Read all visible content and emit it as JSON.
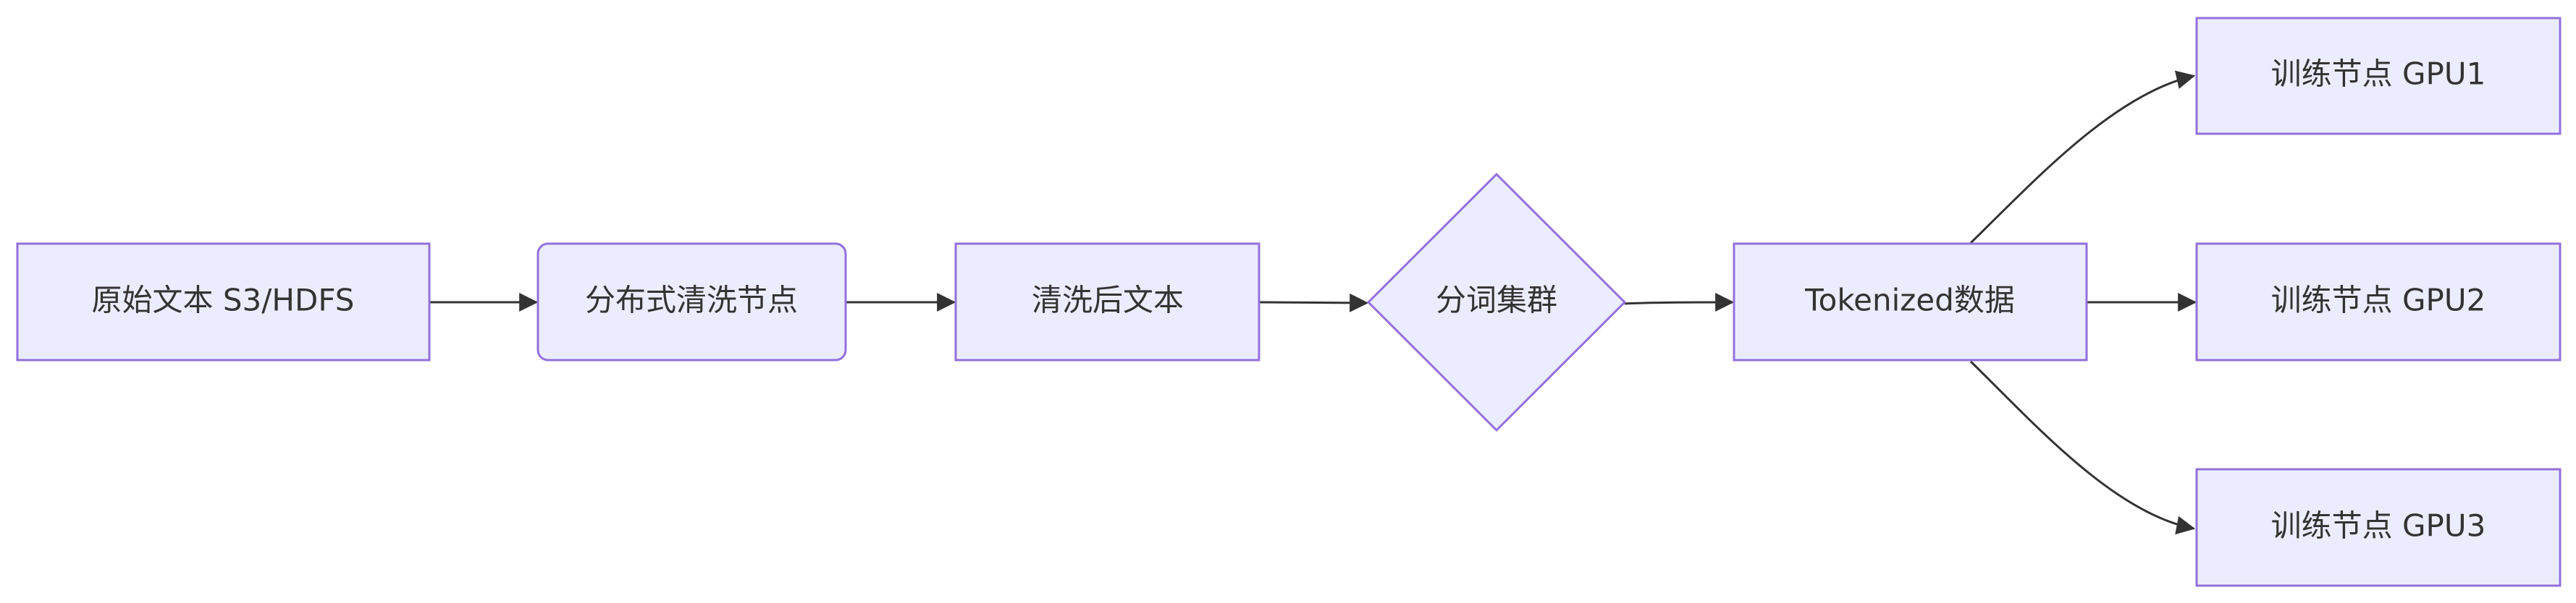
{
  "diagram": {
    "type": "flowchart",
    "direction": "left-to-right",
    "colors": {
      "node_fill": "#ececff",
      "node_stroke": "#9370db",
      "edge": "#333333",
      "text": "#333333"
    },
    "nodes": {
      "raw_text": {
        "label": "原始文本 S3/HDFS",
        "shape": "rectangle"
      },
      "cleaning_nodes": {
        "label": "分布式清洗节点",
        "shape": "rounded-rectangle"
      },
      "cleaned_text": {
        "label": "清洗后文本",
        "shape": "rectangle"
      },
      "tokenizer_cluster": {
        "label": "分词集群",
        "shape": "diamond"
      },
      "tokenized_data": {
        "label": "Tokenized数据",
        "shape": "rectangle"
      },
      "gpu1": {
        "label": "训练节点 GPU1",
        "shape": "rectangle"
      },
      "gpu2": {
        "label": "训练节点 GPU2",
        "shape": "rectangle"
      },
      "gpu3": {
        "label": "训练节点 GPU3",
        "shape": "rectangle"
      }
    },
    "edges": [
      {
        "from": "raw_text",
        "to": "cleaning_nodes"
      },
      {
        "from": "cleaning_nodes",
        "to": "cleaned_text"
      },
      {
        "from": "cleaned_text",
        "to": "tokenizer_cluster"
      },
      {
        "from": "tokenizer_cluster",
        "to": "tokenized_data"
      },
      {
        "from": "tokenized_data",
        "to": "gpu1"
      },
      {
        "from": "tokenized_data",
        "to": "gpu2"
      },
      {
        "from": "tokenized_data",
        "to": "gpu3"
      }
    ]
  }
}
